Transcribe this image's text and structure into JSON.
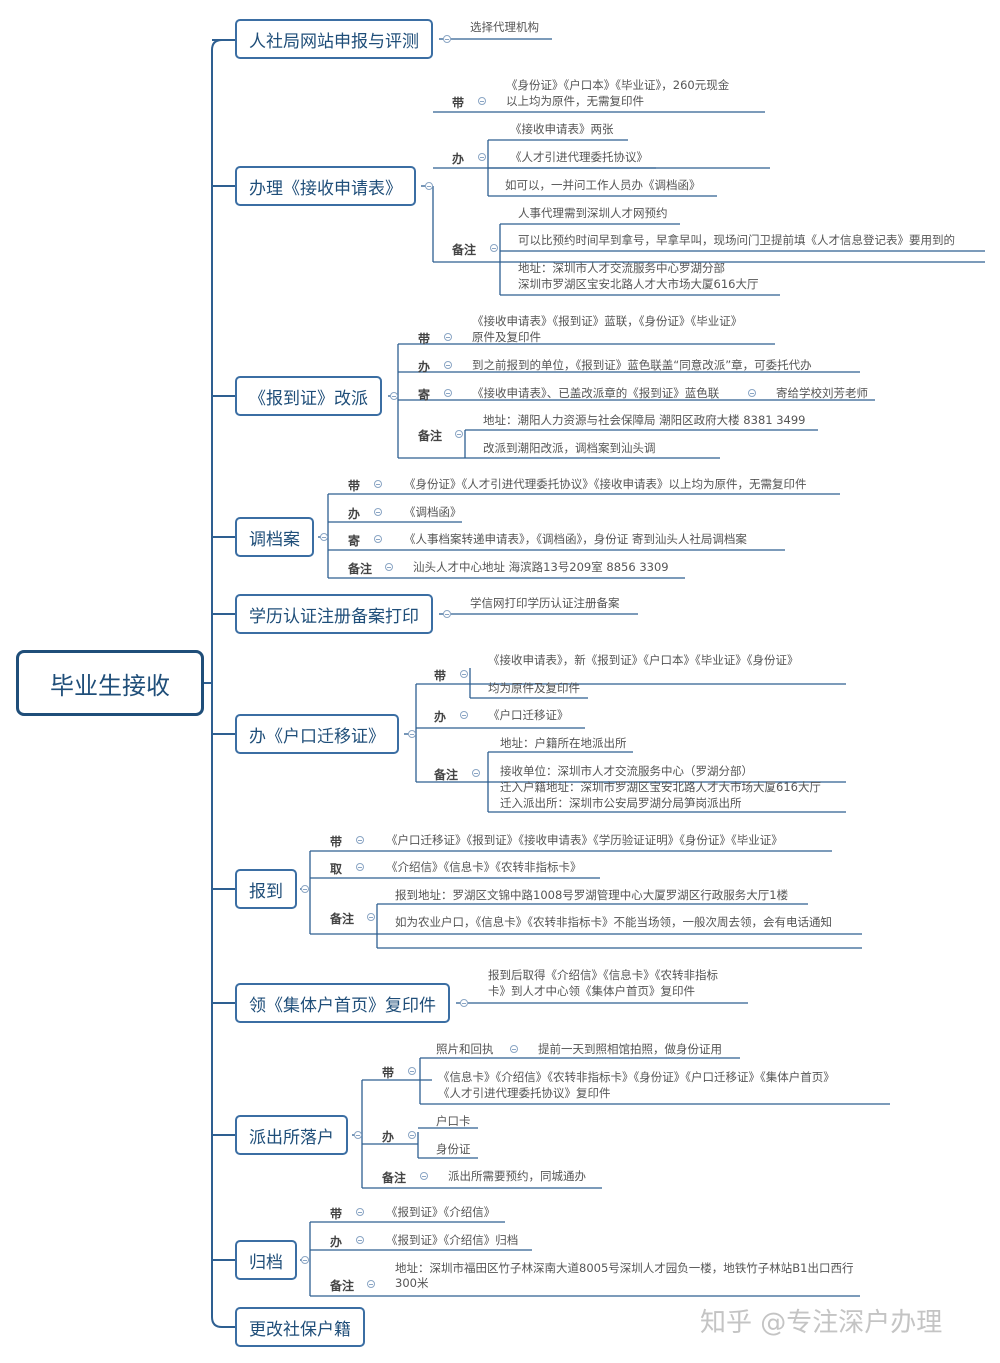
{
  "root": "毕业生接收",
  "watermark": "知乎 @专注深户办理",
  "branches": [
    {
      "title": "人社局网站申报与评测"
    },
    {
      "title": "办理《接收申请表》"
    },
    {
      "title": "《报到证》改派"
    },
    {
      "title": "调档案"
    },
    {
      "title": "学历认证注册备案打印"
    },
    {
      "title": "办《户口迁移证》"
    },
    {
      "title": "报到"
    },
    {
      "title": "领《集体户首页》复印件"
    },
    {
      "title": "派出所落户"
    },
    {
      "title": "归档"
    },
    {
      "title": "更改社保户籍"
    }
  ],
  "keys": {
    "b2_dai": "带",
    "b2_ban": "办",
    "b2_bz": "备注",
    "b3_dai": "带",
    "b3_ban": "办",
    "b3_ji": "寄",
    "b3_bz": "备注",
    "b4_dai": "带",
    "b4_ban": "办",
    "b4_ji": "寄",
    "b4_bz": "备注",
    "b6_dai": "带",
    "b6_ban": "办",
    "b6_bz": "备注",
    "b7_dai": "带",
    "b7_qu": "取",
    "b7_bz": "备注",
    "b9_dai": "带",
    "b9_ban": "办",
    "b9_bz": "备注",
    "b10_dai": "带",
    "b10_ban": "办",
    "b10_bz": "备注"
  },
  "leaves": {
    "b1_1": "选择代理机构",
    "b2_dai_1": "《身份证》《户口本》《毕业证》，260元现金",
    "b2_dai_2": "以上均为原件，无需复印件",
    "b2_ban_1": "《接收申请表》两张",
    "b2_ban_2": "《人才引进代理委托协议》",
    "b2_ban_3": "如可以，一并问工作人员办《调档函》",
    "b2_bz_1": "人事代理需到深圳人才网预约",
    "b2_bz_2": "可以比预约时间早到拿号，早拿早叫，现场问门卫提前填《人才信息登记表》要用到的",
    "b2_bz_3a": "地址：深圳市人才交流服务中心罗湖分部",
    "b2_bz_3b": "深圳市罗湖区宝安北路人才大市场大厦616大厅",
    "b3_dai_1": "《接收申请表》《报到证》蓝联，《身份证》《毕业证》",
    "b3_dai_2": "原件及复印件",
    "b3_ban_1": "到之前报到的单位，《报到证》蓝色联盖“同意改派”章，可委托代办",
    "b3_ji_1": "《接收申请表》、已盖改派章的《报到证》蓝色联",
    "b3_ji_2": "寄给学校刘芳老师",
    "b3_bz_1": "地址：潮阳人力资源与社会保障局 潮阳区政府大楼 8381 3499",
    "b3_bz_2": "改派到潮阳改派，调档案到汕头调",
    "b4_dai_1": "《身份证》《人才引进代理委托协议》《接收申请表》以上均为原件，无需复印件",
    "b4_ban_1": "《调档函》",
    "b4_ji_1": "《人事档案转递申请表》，《调档函》，身份证 寄到汕头人社局调档案",
    "b4_bz_1": "汕头人才中心地址 海滨路13号209室 8856 3309",
    "b5_1": "学信网打印学历认证注册备案",
    "b6_dai_1": "《接收申请表》，新《报到证》《户口本》《毕业证》《身份证》",
    "b6_dai_2": "均为原件及复印件",
    "b6_ban_1": "《户口迁移证》",
    "b6_bz_1": "地址：户籍所在地派出所",
    "b6_bz_2a": "接收单位：深圳市人才交流服务中心（罗湖分部）",
    "b6_bz_2b": "迁入户籍地址：深圳市罗湖区宝安北路人才大市场大厦616大厅",
    "b6_bz_2c": "迁入派出所：深圳市公安局罗湖分局笋岗派出所",
    "b7_dai_1": "《户口迁移证》《报到证》《接收申请表》《学历验证证明》《身份证》《毕业证》",
    "b7_qu_1": "《介绍信》《信息卡》《农转非指标卡》",
    "b7_bz_1": "报到地址：罗湖区文锦中路1008号罗湖管理中心大厦罗湖区行政服务大厅1楼",
    "b7_bz_2": "如为农业户口，《信息卡》《农转非指标卡》不能当场领，一般次周去领，会有电话通知",
    "b8_1a": "报到后取得《介绍信》《信息卡》《农转非指标",
    "b8_1b": "卡》到人才中心领《集体户首页》复印件",
    "b9_dai_1": "照片和回执",
    "b9_dai_1b": "提前一天到照相馆拍照，做身份证用",
    "b9_dai_2a": "《信息卡》《介绍信》《农转非指标卡》《身份证》《户口迁移证》《集体户首页》",
    "b9_dai_2b": "《人才引进代理委托协议》复印件",
    "b9_ban_1": "户口卡",
    "b9_ban_2": "身份证",
    "b9_bz_1": "派出所需要预约，同城通办",
    "b10_dai_1": "《报到证》《介绍信》",
    "b10_ban_1": "《报到证》《介绍信》归档",
    "b10_bz_1": "地址：深圳市福田区竹子林深南大道8005号深圳人才园负一楼，地铁竹子林站B1出口西行300米"
  }
}
